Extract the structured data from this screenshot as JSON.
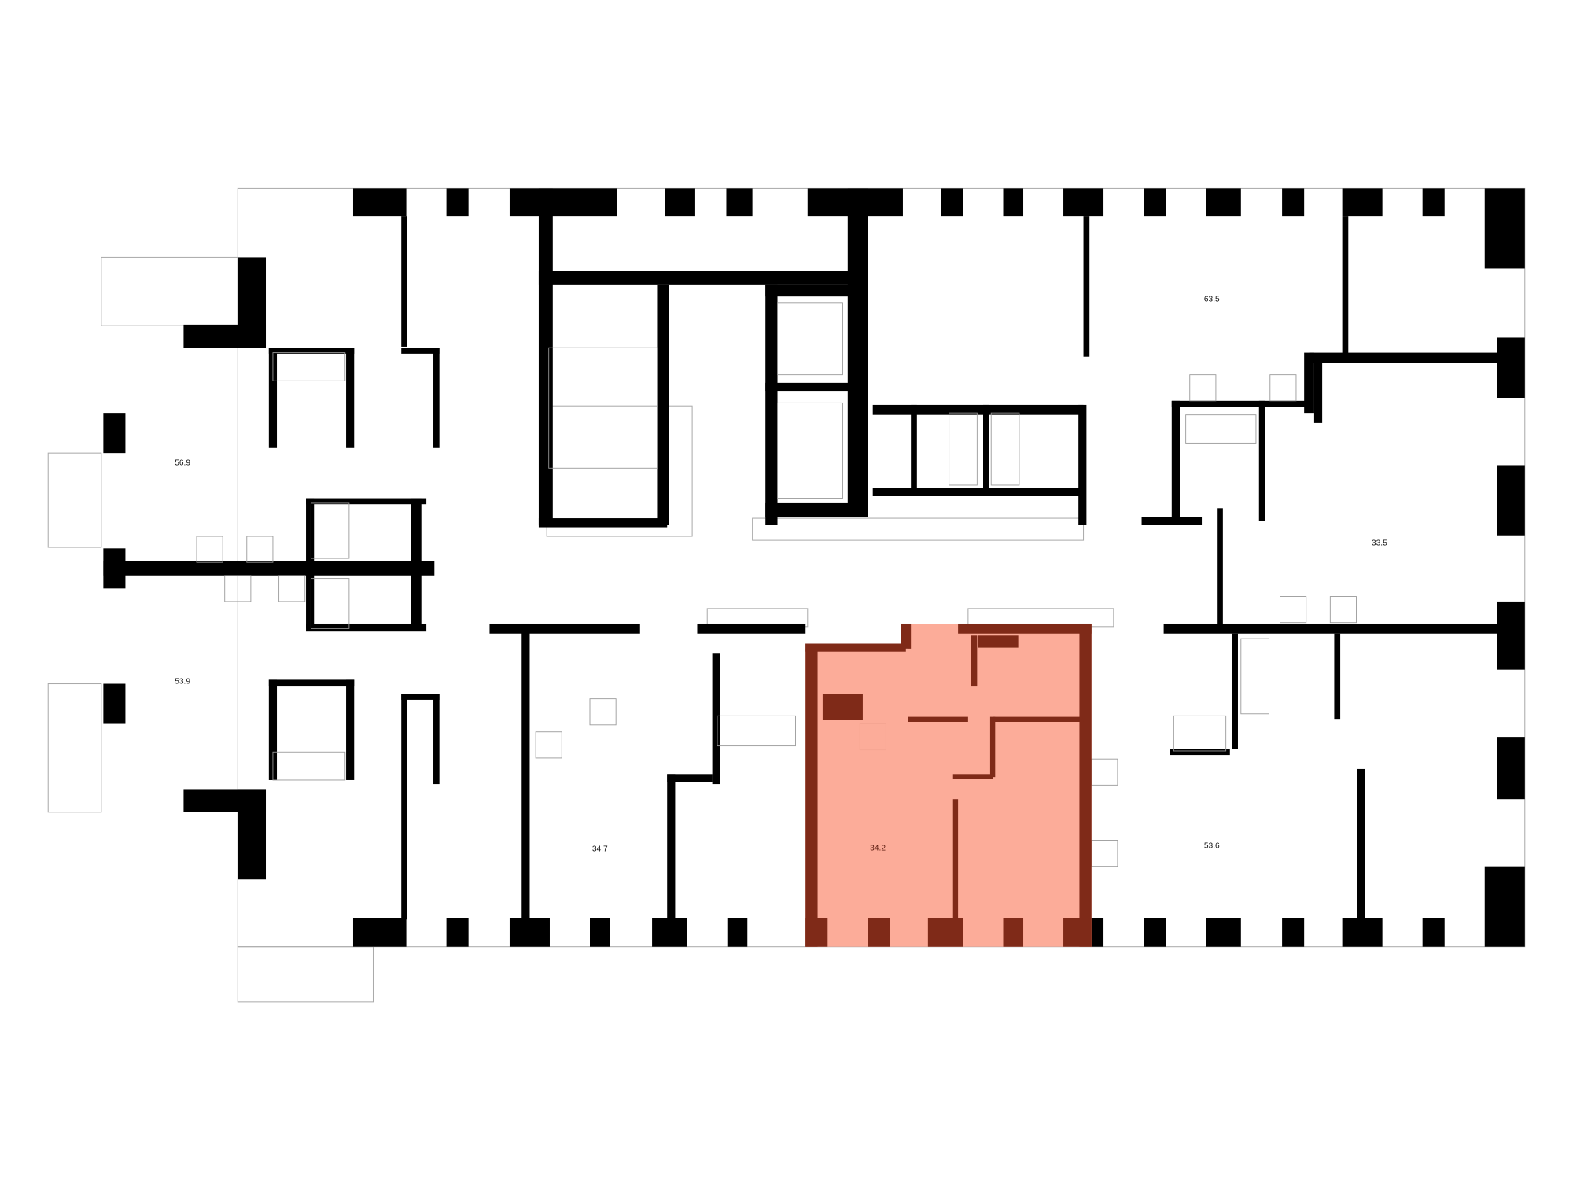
{
  "floor_plan": {
    "units": [
      {
        "id": "unit-63-5",
        "area": "63.5",
        "selected": false
      },
      {
        "id": "unit-56-9",
        "area": "56.9",
        "selected": false
      },
      {
        "id": "unit-33-5",
        "area": "33.5",
        "selected": false
      },
      {
        "id": "unit-53-9",
        "area": "53.9",
        "selected": false
      },
      {
        "id": "unit-34-7",
        "area": "34.7",
        "selected": false
      },
      {
        "id": "unit-34-2",
        "area": "34.2",
        "selected": true
      },
      {
        "id": "unit-53-6",
        "area": "53.6",
        "selected": false
      }
    ],
    "colors": {
      "wall": "#000000",
      "highlight_fill": "#fca590",
      "highlight_wall": "#7f2a18",
      "fixture": "#999999"
    }
  }
}
